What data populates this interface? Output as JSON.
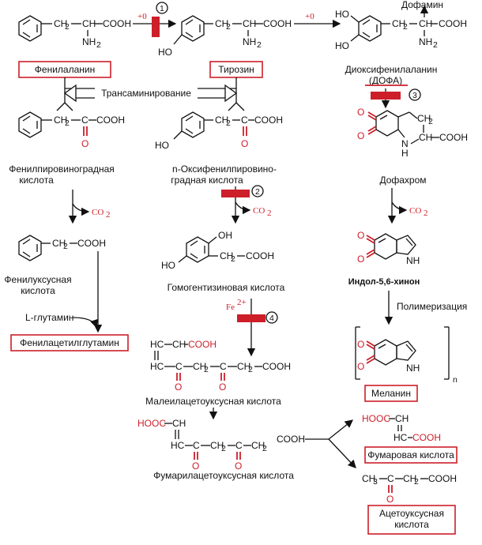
{
  "colors": {
    "accent": "#cc1f2a",
    "ink": "#111111",
    "background": "#ffffff"
  },
  "steps": {
    "s1": "1",
    "s2": "2",
    "s3": "3",
    "s4": "4"
  },
  "reagents": {
    "o1": "+0",
    "o2": "+0",
    "co2": "CO",
    "co2_sub": "2",
    "fe": "Fe",
    "fe_sup": "2+"
  },
  "boxes": {
    "phenylalanine": "Фенилаланин",
    "tyrosine": "Тирозин",
    "phenylacetylglutamine": "Фенилацетилглутамин",
    "melanin": "Меланин",
    "fumaric": "Фумаровая кислота",
    "acetoacetic_1": "Ацетоуксусная",
    "acetoacetic_2": "кислота"
  },
  "labels": {
    "transamination": "Трансаминирование",
    "dopamine": "Дофамин",
    "dopa_1": "Диоксифенилаланин",
    "dopa_2": "(ДОФА)",
    "phenylpyruvic_1": "Фенилпировиноградная",
    "phenylpyruvic_2": "кислота",
    "hydroxyphenylpyruvic_1": "n-Оксифенилпировино-",
    "hydroxyphenylpyruvic_2": "градная кислота",
    "dopachrome": "Дофахром",
    "phenylacetic_1": "Фенилуксусная",
    "phenylacetic_2": "кислота",
    "homogentisic": "Гомогентизиновая кислота",
    "indolequinone": "Индол-5,6-хинон",
    "polymerization": "Полимеризация",
    "glutamine": "L-глутамин",
    "maleylacetoacetic": "Малеилацетоуксусная кислота",
    "fumarylacetoacetic": "Фумарилацетоуксусная кислота"
  },
  "chem": {
    "cooh": "COOH",
    "ch2": "CH",
    "ch2_sub": "2",
    "ch": "CH",
    "c": "C",
    "nh2": "NH",
    "nh2_sub": "2",
    "nh": "NH",
    "n": "N",
    "h": "H",
    "ho": "HO",
    "oh": "OH",
    "o": "O",
    "hooc": "HOOC",
    "hc": "HC",
    "hc_eq": "HC",
    "ch3": "CH",
    "ch3_sub": "3",
    "poly_n": "n"
  }
}
